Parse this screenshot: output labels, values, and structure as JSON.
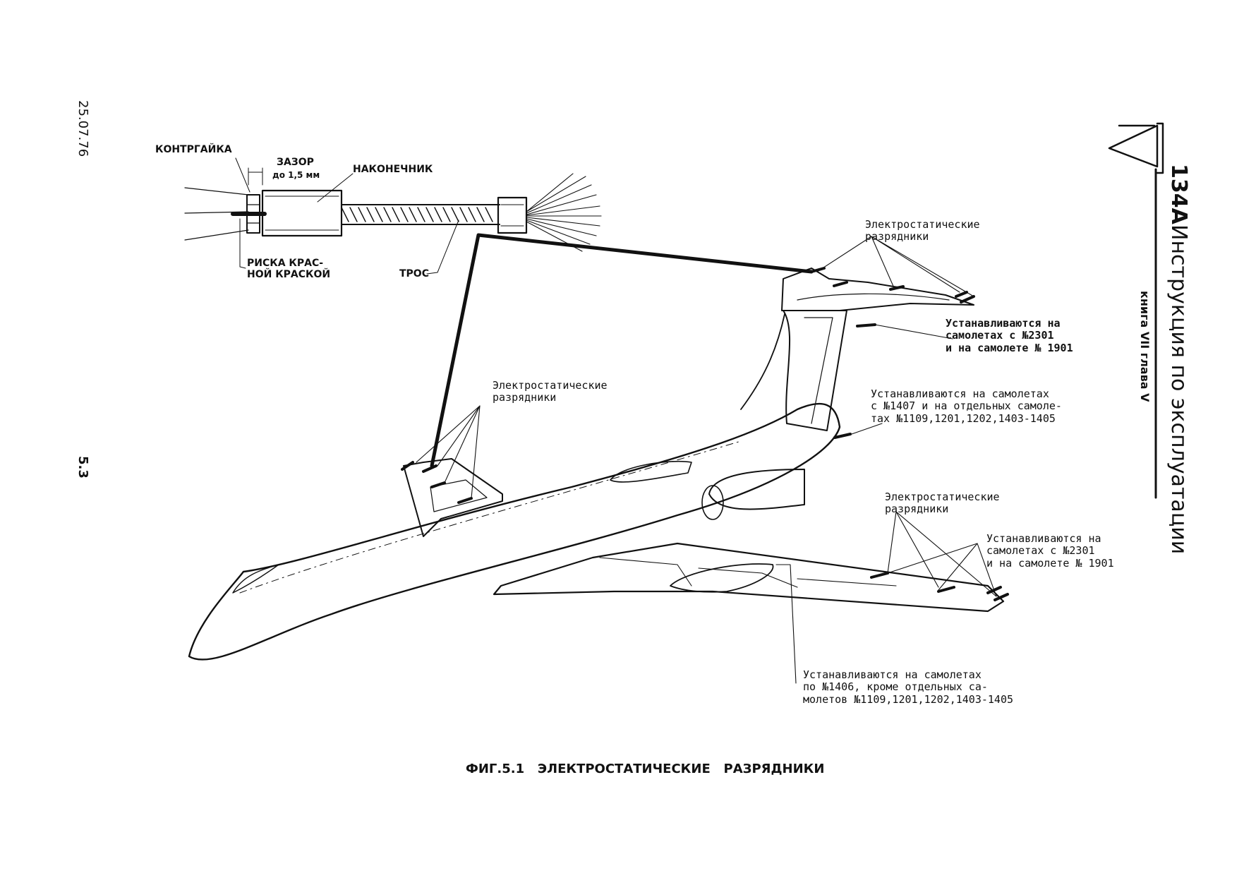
{
  "header": {
    "doc_code": "134А",
    "title": "Инструкция по эксплуатации",
    "book_chapter": "книга VII глава V",
    "date": "25.07.76",
    "page_number": "5.3"
  },
  "detail": {
    "locknut": "КОНТРГАЙКА",
    "gap_line1": "ЗАЗОР",
    "gap_line2": "до 1,5 мм",
    "tip": "НАКОНЕЧНИК",
    "red_mark": "РИСКА КРАС-\nНОЙ КРАСКОЙ",
    "cable": "ТРОС"
  },
  "callouts": {
    "tail_dischargers": "Электростатические\nразрядники",
    "tail_note": "Устанавливаются на\nсамолетах с №2301\nи на самолете № 1901",
    "fin_note": "Устанавливаются на самолетах\nс №1407 и на отдельных самоле-\nтах №1109,1201,1202,1403-1405",
    "left_wing_dischargers": "Электростатические\nразрядники",
    "right_wing_dischargers": "Электростатические\nразрядники",
    "right_wing_note": "Устанавливаются на\nсамолетах с №2301\nи на самолете № 1901",
    "bottom_note": "Устанавливаются на самолетах\nпо №1406, кроме отдельных са-\nмолетов №1109,1201,1202,1403-1405"
  },
  "caption": "ФИГ.5.1   ЭЛЕКТРОСТАТИЧЕСКИЕ   РАЗРЯДНИКИ"
}
